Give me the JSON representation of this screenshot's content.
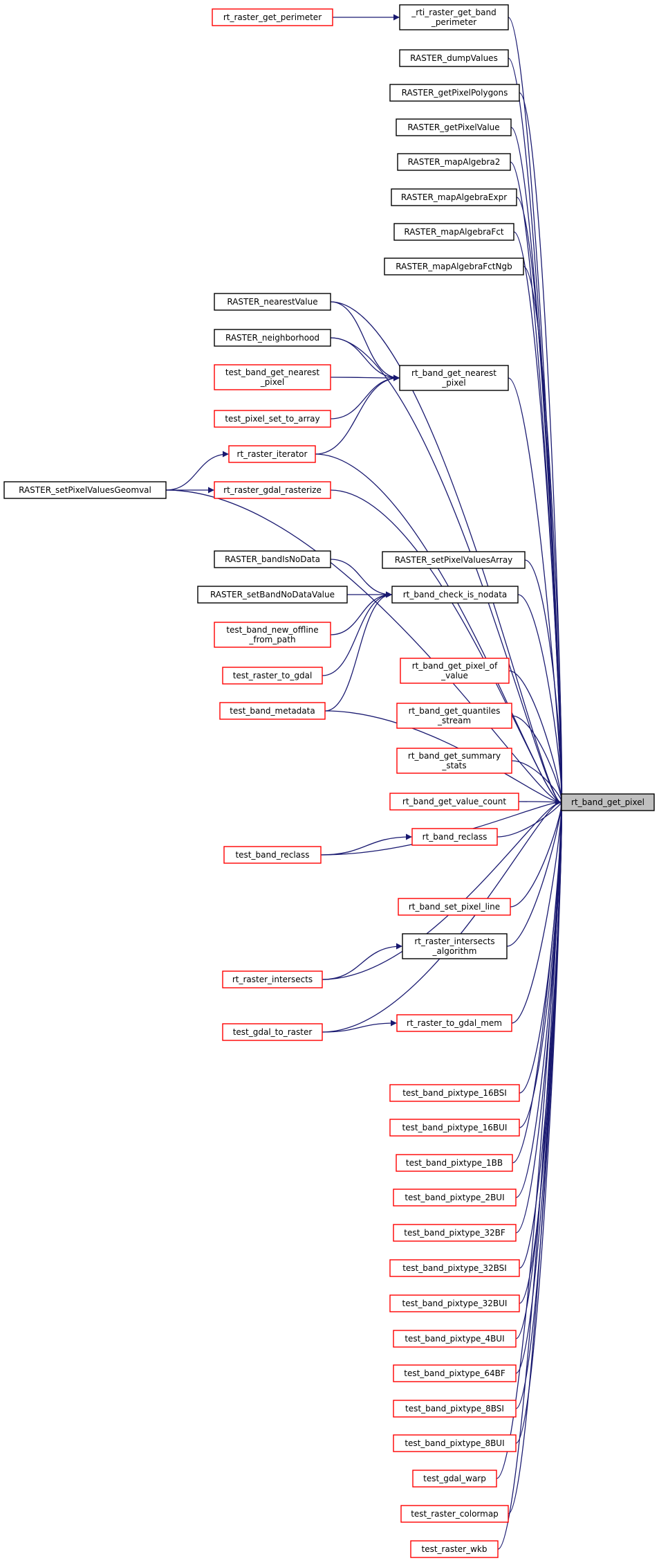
{
  "colors": {
    "edge": "#191970",
    "documented_border": "#000000",
    "undocumented_border": "#ff0000",
    "root_fill": "#bfbfbf",
    "node_fill": "#ffffff"
  },
  "nodes": [
    {
      "id": "root",
      "lines": [
        "rt_band_get_pixel"
      ],
      "style": "root"
    },
    {
      "id": "rt_raster_get_perimeter",
      "lines": [
        "rt_raster_get_perimeter"
      ],
      "style": "red"
    },
    {
      "id": "_rti_raster_get_band_perimeter",
      "lines": [
        "_rti_raster_get_band",
        "_perimeter"
      ],
      "style": "black"
    },
    {
      "id": "RASTER_dumpValues",
      "lines": [
        "RASTER_dumpValues"
      ],
      "style": "black"
    },
    {
      "id": "RASTER_getPixelPolygons",
      "lines": [
        "RASTER_getPixelPolygons"
      ],
      "style": "black"
    },
    {
      "id": "RASTER_getPixelValue",
      "lines": [
        "RASTER_getPixelValue"
      ],
      "style": "black"
    },
    {
      "id": "RASTER_mapAlgebra2",
      "lines": [
        "RASTER_mapAlgebra2"
      ],
      "style": "black"
    },
    {
      "id": "RASTER_mapAlgebraExpr",
      "lines": [
        "RASTER_mapAlgebraExpr"
      ],
      "style": "black"
    },
    {
      "id": "RASTER_mapAlgebraFct",
      "lines": [
        "RASTER_mapAlgebraFct"
      ],
      "style": "black"
    },
    {
      "id": "RASTER_mapAlgebraFctNgb",
      "lines": [
        "RASTER_mapAlgebraFctNgb"
      ],
      "style": "black"
    },
    {
      "id": "RASTER_nearestValue",
      "lines": [
        "RASTER_nearestValue"
      ],
      "style": "black"
    },
    {
      "id": "RASTER_neighborhood",
      "lines": [
        "RASTER_neighborhood"
      ],
      "style": "black"
    },
    {
      "id": "test_band_get_nearest_pixel",
      "lines": [
        "test_band_get_nearest",
        "_pixel"
      ],
      "style": "red"
    },
    {
      "id": "rt_band_get_nearest_pixel",
      "lines": [
        "rt_band_get_nearest",
        "_pixel"
      ],
      "style": "black"
    },
    {
      "id": "test_pixel_set_to_array",
      "lines": [
        "test_pixel_set_to_array"
      ],
      "style": "red"
    },
    {
      "id": "rt_raster_iterator",
      "lines": [
        "rt_raster_iterator"
      ],
      "style": "red"
    },
    {
      "id": "RASTER_setPixelValuesGeomval",
      "lines": [
        "RASTER_setPixelValuesGeomval"
      ],
      "style": "black"
    },
    {
      "id": "rt_raster_gdal_rasterize",
      "lines": [
        "rt_raster_gdal_rasterize"
      ],
      "style": "red"
    },
    {
      "id": "RASTER_bandIsNoData",
      "lines": [
        "RASTER_bandIsNoData"
      ],
      "style": "black"
    },
    {
      "id": "RASTER_setPixelValuesArray",
      "lines": [
        "RASTER_setPixelValuesArray"
      ],
      "style": "black"
    },
    {
      "id": "RASTER_setBandNoDataValue",
      "lines": [
        "RASTER_setBandNoDataValue"
      ],
      "style": "black"
    },
    {
      "id": "rt_band_check_is_nodata",
      "lines": [
        "rt_band_check_is_nodata"
      ],
      "style": "black"
    },
    {
      "id": "test_band_new_offline_from_path",
      "lines": [
        "test_band_new_offline",
        "_from_path"
      ],
      "style": "red"
    },
    {
      "id": "test_raster_to_gdal",
      "lines": [
        "test_raster_to_gdal"
      ],
      "style": "red"
    },
    {
      "id": "test_band_metadata",
      "lines": [
        "test_band_metadata"
      ],
      "style": "red"
    },
    {
      "id": "rt_band_get_pixel_of_value",
      "lines": [
        "rt_band_get_pixel_of",
        "_value"
      ],
      "style": "red"
    },
    {
      "id": "rt_band_get_quantiles_stream",
      "lines": [
        "rt_band_get_quantiles",
        "_stream"
      ],
      "style": "red"
    },
    {
      "id": "rt_band_get_summary_stats",
      "lines": [
        "rt_band_get_summary",
        "_stats"
      ],
      "style": "red"
    },
    {
      "id": "rt_band_get_value_count",
      "lines": [
        "rt_band_get_value_count"
      ],
      "style": "red"
    },
    {
      "id": "rt_band_reclass",
      "lines": [
        "rt_band_reclass"
      ],
      "style": "red"
    },
    {
      "id": "test_band_reclass",
      "lines": [
        "test_band_reclass"
      ],
      "style": "red"
    },
    {
      "id": "rt_band_set_pixel_line",
      "lines": [
        "rt_band_set_pixel_line"
      ],
      "style": "red"
    },
    {
      "id": "rt_raster_intersects_algorithm",
      "lines": [
        "rt_raster_intersects",
        "_algorithm"
      ],
      "style": "black"
    },
    {
      "id": "rt_raster_intersects",
      "lines": [
        "rt_raster_intersects"
      ],
      "style": "red"
    },
    {
      "id": "rt_raster_to_gdal_mem",
      "lines": [
        "rt_raster_to_gdal_mem"
      ],
      "style": "red"
    },
    {
      "id": "test_gdal_to_raster",
      "lines": [
        "test_gdal_to_raster"
      ],
      "style": "red"
    },
    {
      "id": "test_band_pixtype_16BSI",
      "lines": [
        "test_band_pixtype_16BSI"
      ],
      "style": "red"
    },
    {
      "id": "test_band_pixtype_16BUI",
      "lines": [
        "test_band_pixtype_16BUI"
      ],
      "style": "red"
    },
    {
      "id": "test_band_pixtype_1BB",
      "lines": [
        "test_band_pixtype_1BB"
      ],
      "style": "red"
    },
    {
      "id": "test_band_pixtype_2BUI",
      "lines": [
        "test_band_pixtype_2BUI"
      ],
      "style": "red"
    },
    {
      "id": "test_band_pixtype_32BF",
      "lines": [
        "test_band_pixtype_32BF"
      ],
      "style": "red"
    },
    {
      "id": "test_band_pixtype_32BSI",
      "lines": [
        "test_band_pixtype_32BSI"
      ],
      "style": "red"
    },
    {
      "id": "test_band_pixtype_32BUI",
      "lines": [
        "test_band_pixtype_32BUI"
      ],
      "style": "red"
    },
    {
      "id": "test_band_pixtype_4BUI",
      "lines": [
        "test_band_pixtype_4BUI"
      ],
      "style": "red"
    },
    {
      "id": "test_band_pixtype_64BF",
      "lines": [
        "test_band_pixtype_64BF"
      ],
      "style": "red"
    },
    {
      "id": "test_band_pixtype_8BSI",
      "lines": [
        "test_band_pixtype_8BSI"
      ],
      "style": "red"
    },
    {
      "id": "test_band_pixtype_8BUI",
      "lines": [
        "test_band_pixtype_8BUI"
      ],
      "style": "red"
    },
    {
      "id": "test_gdal_warp",
      "lines": [
        "test_gdal_warp"
      ],
      "style": "red"
    },
    {
      "id": "test_raster_colormap",
      "lines": [
        "test_raster_colormap"
      ],
      "style": "red"
    },
    {
      "id": "test_raster_wkb",
      "lines": [
        "test_raster_wkb"
      ],
      "style": "red"
    }
  ],
  "edges": [
    [
      "rt_raster_get_perimeter",
      "_rti_raster_get_band_perimeter"
    ],
    [
      "_rti_raster_get_band_perimeter",
      "root"
    ],
    [
      "RASTER_dumpValues",
      "root"
    ],
    [
      "RASTER_getPixelPolygons",
      "root"
    ],
    [
      "RASTER_getPixelValue",
      "root"
    ],
    [
      "RASTER_mapAlgebra2",
      "root"
    ],
    [
      "RASTER_mapAlgebraExpr",
      "root"
    ],
    [
      "RASTER_mapAlgebraFct",
      "root"
    ],
    [
      "RASTER_mapAlgebraFctNgb",
      "root"
    ],
    [
      "RASTER_nearestValue",
      "root"
    ],
    [
      "RASTER_nearestValue",
      "rt_band_get_nearest_pixel"
    ],
    [
      "RASTER_neighborhood",
      "root"
    ],
    [
      "RASTER_neighborhood",
      "rt_band_get_nearest_pixel"
    ],
    [
      "test_band_get_nearest_pixel",
      "rt_band_get_nearest_pixel"
    ],
    [
      "test_pixel_set_to_array",
      "rt_band_get_nearest_pixel"
    ],
    [
      "rt_raster_iterator",
      "rt_band_get_nearest_pixel"
    ],
    [
      "rt_band_get_nearest_pixel",
      "root"
    ],
    [
      "RASTER_setPixelValuesGeomval",
      "rt_raster_iterator"
    ],
    [
      "RASTER_setPixelValuesGeomval",
      "rt_raster_gdal_rasterize"
    ],
    [
      "RASTER_setPixelValuesGeomval",
      "root"
    ],
    [
      "rt_raster_iterator",
      "root"
    ],
    [
      "rt_raster_gdal_rasterize",
      "root"
    ],
    [
      "RASTER_bandIsNoData",
      "rt_band_check_is_nodata"
    ],
    [
      "RASTER_setBandNoDataValue",
      "rt_band_check_is_nodata"
    ],
    [
      "test_band_new_offline_from_path",
      "rt_band_check_is_nodata"
    ],
    [
      "test_raster_to_gdal",
      "rt_band_check_is_nodata"
    ],
    [
      "test_band_metadata",
      "rt_band_check_is_nodata"
    ],
    [
      "test_band_metadata",
      "root"
    ],
    [
      "RASTER_setPixelValuesArray",
      "root"
    ],
    [
      "rt_band_check_is_nodata",
      "root"
    ],
    [
      "rt_band_get_pixel_of_value",
      "root"
    ],
    [
      "rt_band_get_quantiles_stream",
      "root"
    ],
    [
      "rt_band_get_summary_stats",
      "root"
    ],
    [
      "rt_band_get_value_count",
      "root"
    ],
    [
      "test_band_reclass",
      "rt_band_reclass"
    ],
    [
      "rt_band_reclass",
      "root"
    ],
    [
      "test_band_reclass",
      "root"
    ],
    [
      "rt_band_set_pixel_line",
      "root"
    ],
    [
      "rt_raster_intersects",
      "rt_raster_intersects_algorithm"
    ],
    [
      "rt_raster_intersects_algorithm",
      "root"
    ],
    [
      "rt_raster_intersects",
      "root"
    ],
    [
      "test_gdal_to_raster",
      "rt_raster_to_gdal_mem"
    ],
    [
      "rt_raster_to_gdal_mem",
      "root"
    ],
    [
      "test_gdal_to_raster",
      "root"
    ],
    [
      "test_band_pixtype_16BSI",
      "root"
    ],
    [
      "test_band_pixtype_16BUI",
      "root"
    ],
    [
      "test_band_pixtype_1BB",
      "root"
    ],
    [
      "test_band_pixtype_2BUI",
      "root"
    ],
    [
      "test_band_pixtype_32BF",
      "root"
    ],
    [
      "test_band_pixtype_32BSI",
      "root"
    ],
    [
      "test_band_pixtype_32BUI",
      "root"
    ],
    [
      "test_band_pixtype_4BUI",
      "root"
    ],
    [
      "test_band_pixtype_64BF",
      "root"
    ],
    [
      "test_band_pixtype_8BSI",
      "root"
    ],
    [
      "test_band_pixtype_8BUI",
      "root"
    ],
    [
      "test_gdal_warp",
      "root"
    ],
    [
      "test_raster_colormap",
      "root"
    ],
    [
      "test_raster_wkb",
      "root"
    ]
  ]
}
